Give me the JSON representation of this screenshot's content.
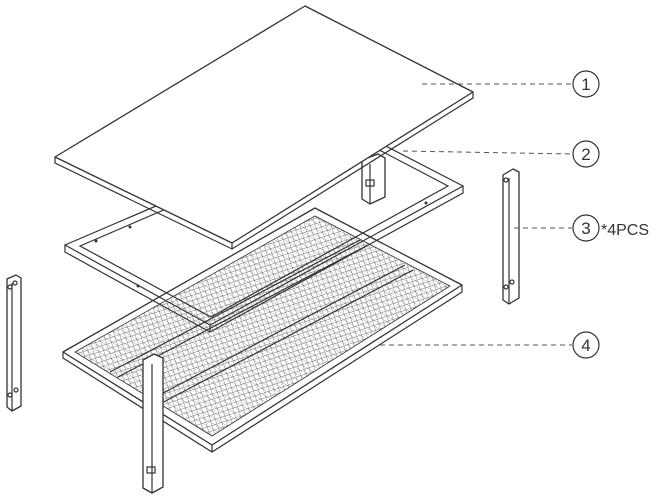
{
  "callouts": [
    {
      "number": "1",
      "part": "table-top"
    },
    {
      "number": "2",
      "part": "top-frame"
    },
    {
      "number": "3",
      "part": "leg",
      "quantity": "*4PCS"
    },
    {
      "number": "4",
      "part": "mesh-shelf"
    }
  ],
  "colors": {
    "line": "#333333",
    "mesh": "#555555",
    "background": "#ffffff"
  }
}
